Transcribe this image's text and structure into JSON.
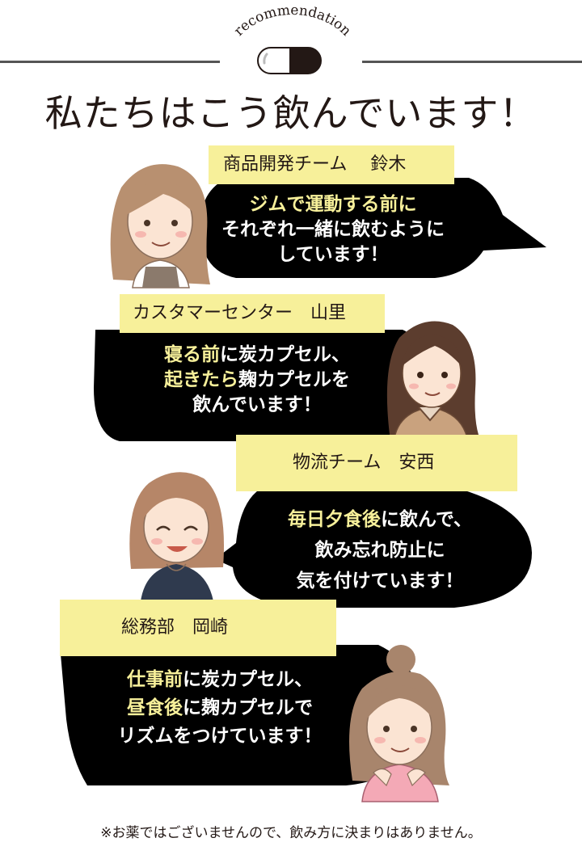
{
  "header": {
    "tagline": "recommendation",
    "title": "私たちはこう飲んでいます！"
  },
  "colors": {
    "highlight_label": "#f7f09a",
    "bubble_bg": "#000000",
    "highlight_text": "#f7f09a"
  },
  "staff": [
    {
      "team": "商品開発チーム",
      "name": "鈴木",
      "lines": [
        [
          {
            "text": "ジムで運動する前に",
            "hl": true
          }
        ],
        [
          {
            "text": "それぞれ一緒に飲むように",
            "hl": false
          }
        ],
        [
          {
            "text": "しています！",
            "hl": false
          }
        ]
      ]
    },
    {
      "team": "カスタマーセンター",
      "name": "山里",
      "lines": [
        [
          {
            "text": "寝る前",
            "hl": true
          },
          {
            "text": "に炭カプセル、",
            "hl": false
          }
        ],
        [
          {
            "text": "起きたら",
            "hl": true
          },
          {
            "text": "麹カプセルを",
            "hl": false
          }
        ],
        [
          {
            "text": "飲んでいます！",
            "hl": false
          }
        ]
      ]
    },
    {
      "team": "物流チーム",
      "name": "安西",
      "lines": [
        [
          {
            "text": "毎日夕食後",
            "hl": true
          },
          {
            "text": "に飲んで、",
            "hl": false
          }
        ],
        [
          {
            "text": "飲み忘れ防止に",
            "hl": false
          }
        ],
        [
          {
            "text": "気を付けています！",
            "hl": false
          }
        ]
      ]
    },
    {
      "team": "総務部",
      "name": "岡崎",
      "lines": [
        [
          {
            "text": "仕事前",
            "hl": true
          },
          {
            "text": "に炭カプセル、",
            "hl": false
          }
        ],
        [
          {
            "text": "昼食後",
            "hl": true
          },
          {
            "text": "に麹カプセルで",
            "hl": false
          }
        ],
        [
          {
            "text": "リズムをつけています！",
            "hl": false
          }
        ]
      ]
    }
  ],
  "footnote": "※お薬ではございませんので、飲み方に決まりはありません。"
}
